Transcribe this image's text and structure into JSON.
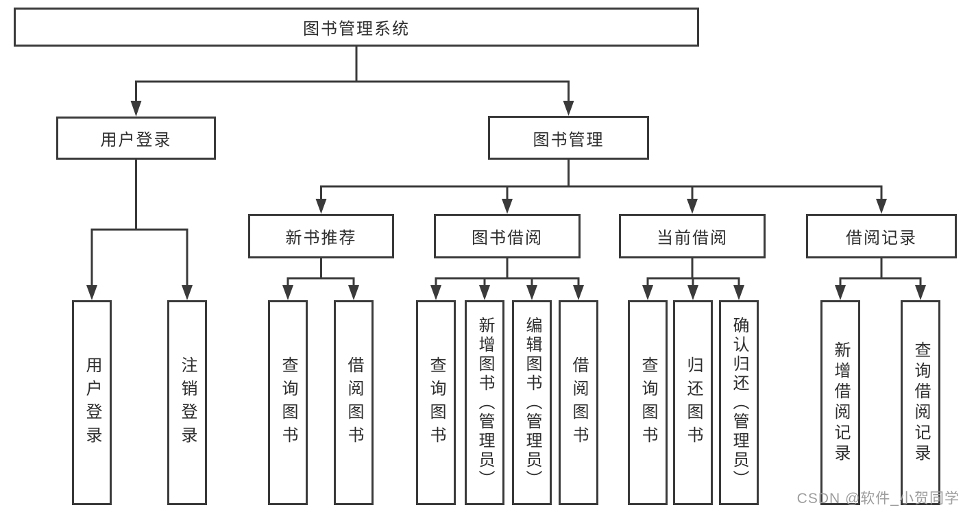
{
  "diagram": {
    "tree": {
      "root": {
        "label": "图书管理系统",
        "children": [
          {
            "label": "用户登录",
            "children": [
              {
                "label": "用户登录"
              },
              {
                "label": "注销登录"
              }
            ]
          },
          {
            "label": "图书管理",
            "children": [
              {
                "label": "新书推荐",
                "children": [
                  {
                    "label": "查询图书"
                  },
                  {
                    "label": "借阅图书"
                  }
                ]
              },
              {
                "label": "图书借阅",
                "children": [
                  {
                    "label": "查询图书"
                  },
                  {
                    "label": "新增图书（管理员）"
                  },
                  {
                    "label": "编辑图书（管理员）"
                  },
                  {
                    "label": "借阅图书"
                  }
                ]
              },
              {
                "label": "当前借阅",
                "children": [
                  {
                    "label": "查询图书"
                  },
                  {
                    "label": "归还图书"
                  },
                  {
                    "label": "确认归还（管理员）"
                  }
                ]
              },
              {
                "label": "借阅记录",
                "children": [
                  {
                    "label": "新增借阅记录"
                  },
                  {
                    "label": "查询借阅记录"
                  }
                ]
              }
            ]
          }
        ]
      }
    },
    "colors": {
      "line": "#3a3a3a",
      "box_border": "#3a3a3a",
      "text": "#2e2e2e",
      "watermark": "#9d9d9d",
      "background": "#ffffff"
    },
    "watermark": {
      "text": "CSDN @软件_小贺同学"
    }
  }
}
